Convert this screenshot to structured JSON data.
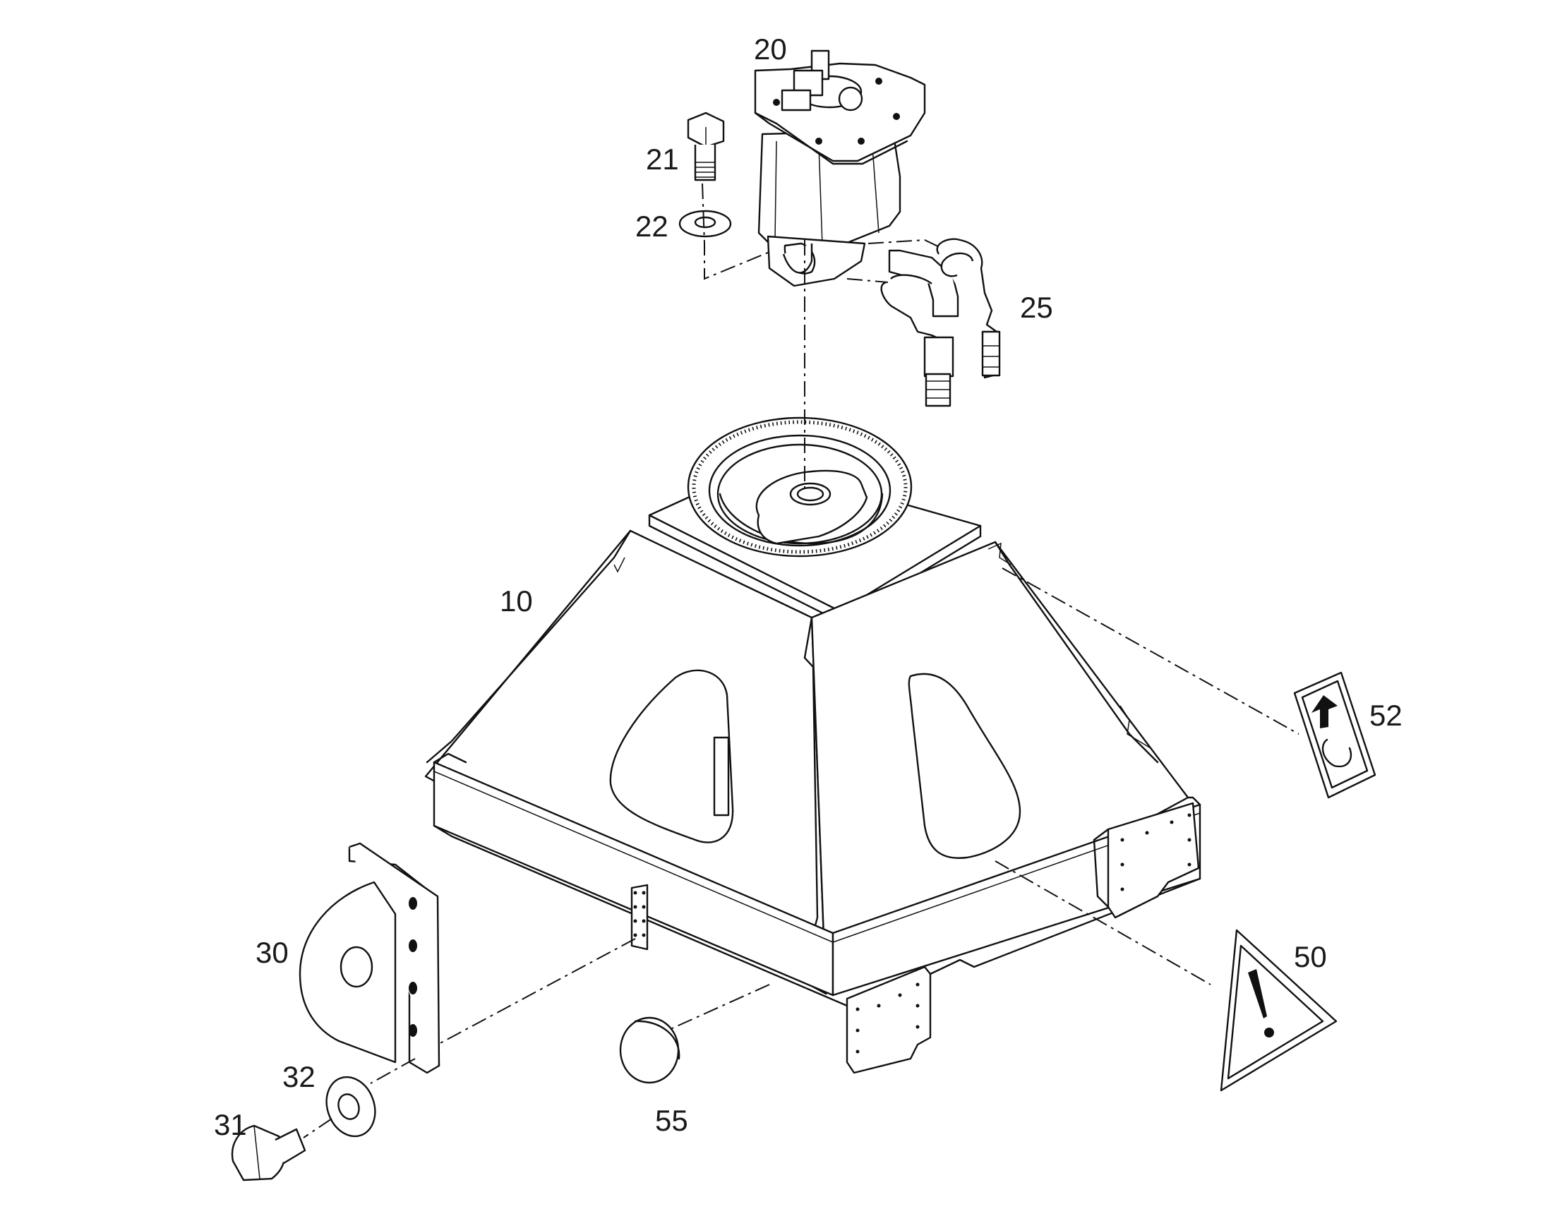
{
  "callouts": {
    "c10": "10",
    "c20": "20",
    "c21": "21",
    "c22": "22",
    "c25": "25",
    "c30": "30",
    "c31": "31",
    "c32": "32",
    "c50": "50",
    "c52": "52",
    "c55": "55"
  },
  "symbols": {
    "warning": "warning-triangle-icon",
    "lifting": "lifting-point-hook-icon"
  },
  "colors": {
    "line": "#111111",
    "background": "#ffffff"
  }
}
